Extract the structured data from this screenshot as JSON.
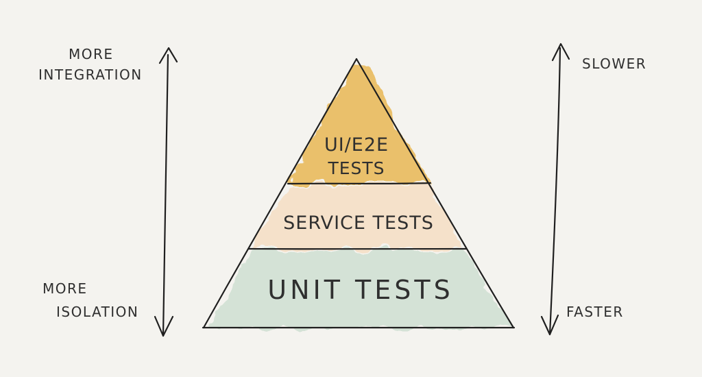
{
  "left_axis": {
    "top_label_line1": "MORE",
    "top_label_line2": "INTEGRATION",
    "bottom_label_line1": "MORE",
    "bottom_label_line2": "ISOLATION"
  },
  "right_axis": {
    "top_label": "SLOWER",
    "bottom_label": "FASTER"
  },
  "pyramid": {
    "tiers": [
      {
        "label_line1": "UI/E2E",
        "label_line2": "TESTS",
        "color": "#e8b54f"
      },
      {
        "label": "SERVICE TESTS",
        "color": "#f6dec4"
      },
      {
        "label": "UNIT TESTS",
        "color": "#cfe0d2"
      }
    ]
  }
}
